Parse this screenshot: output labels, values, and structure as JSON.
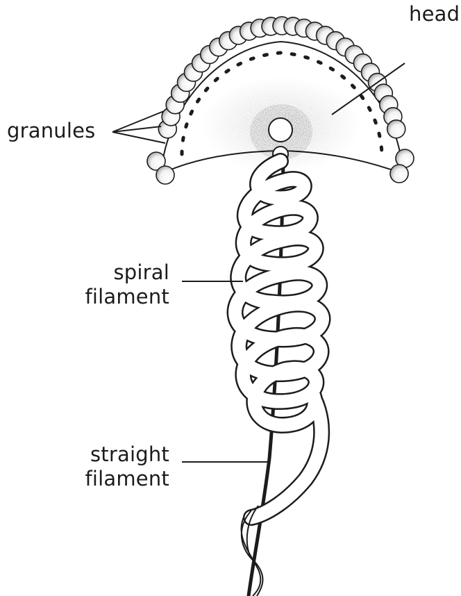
{
  "labels": {
    "head": "head",
    "granules": "granules",
    "spiral": [
      "spiral",
      "filament"
    ],
    "straight": [
      "straight",
      "filament"
    ]
  },
  "colors": {
    "ink": "#1c1c1c",
    "background": "#ffffff"
  }
}
